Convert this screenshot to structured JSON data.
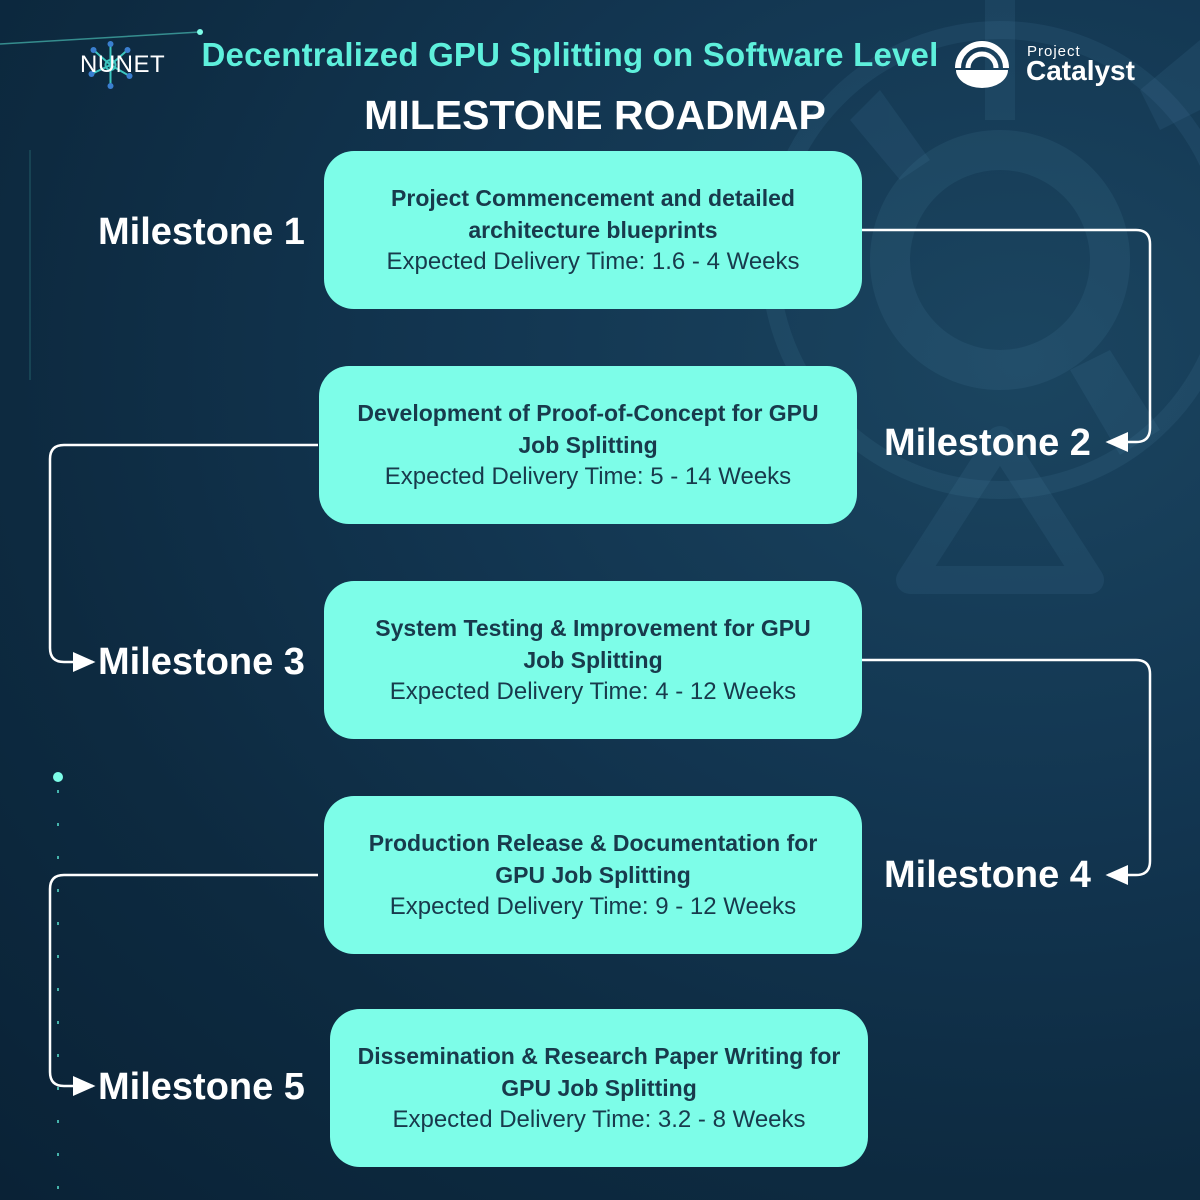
{
  "header": {
    "brand_left": "NUNET",
    "title": "Decentralized GPU Splitting on Software Level",
    "subtitle": "MILESTONE ROADMAP",
    "brand_right_small": "Project",
    "brand_right_big": "Catalyst"
  },
  "milestones": [
    {
      "label": "Milestone 1",
      "title_line1": "Project Commencement and detailed",
      "title_line2": "architecture blueprints",
      "time": "Expected Delivery Time: 1.6 - 4 Weeks"
    },
    {
      "label": "Milestone 2",
      "title_line1": "Development of Proof-of-Concept for GPU",
      "title_line2": "Job Splitting",
      "time": "Expected Delivery Time: 5 - 14 Weeks"
    },
    {
      "label": "Milestone 3",
      "title_line1": "System Testing & Improvement for GPU",
      "title_line2": "Job Splitting",
      "time": "Expected Delivery Time: 4 - 12 Weeks"
    },
    {
      "label": "Milestone 4",
      "title_line1": "Production Release & Documentation for",
      "title_line2": "GPU Job Splitting",
      "time": "Expected Delivery Time: 9 - 12 Weeks"
    },
    {
      "label": "Milestone 5",
      "title_line1": "Dissemination & Research Paper Writing for",
      "title_line2": "GPU Job Splitting",
      "time": "Expected Delivery Time: 3.2 - 8 Weeks"
    }
  ],
  "colors": {
    "accent": "#5ef0dc",
    "card": "#7dfde8",
    "card_text": "#183a4c",
    "background": "#0d2a40"
  }
}
